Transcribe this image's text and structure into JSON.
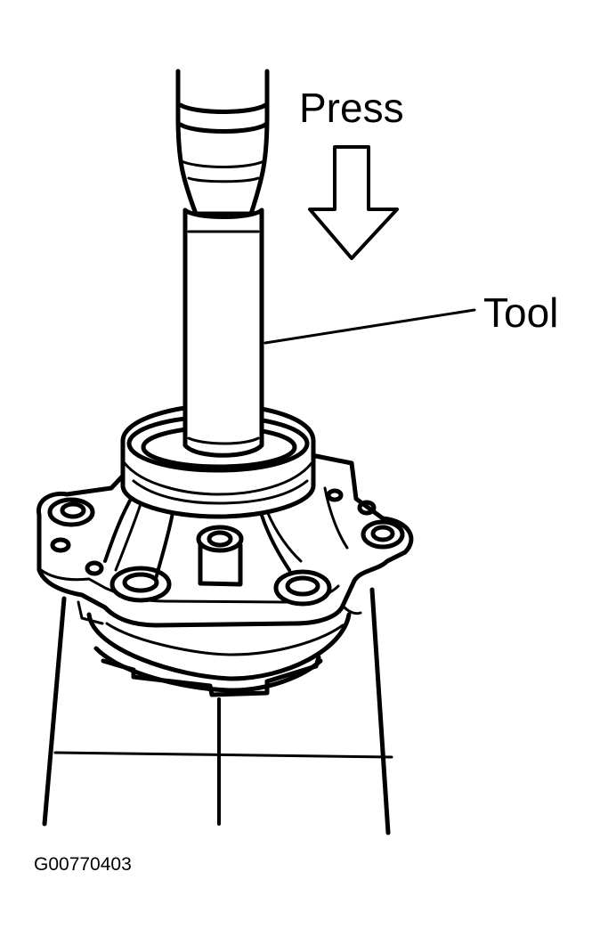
{
  "labels": {
    "press": "Press",
    "tool": "Tool",
    "figure_id": "G00770403"
  },
  "colors": {
    "line": "#000000",
    "fill": "#ffffff"
  },
  "icons": {
    "press_arrow": "down-arrow-icon"
  }
}
